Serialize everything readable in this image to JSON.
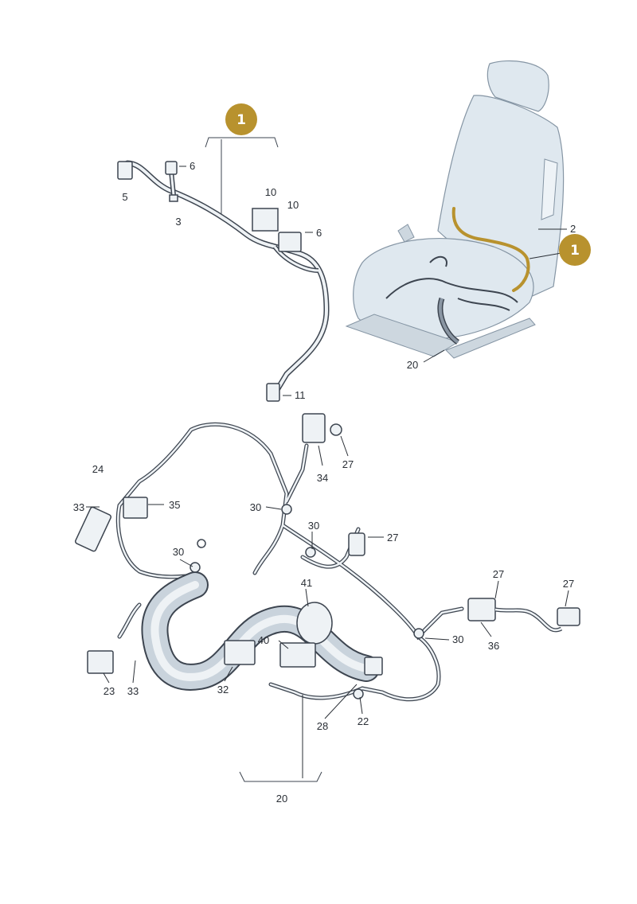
{
  "callouts": {
    "main_part": "1",
    "seat_part": "1"
  },
  "labels": {
    "l5": "5",
    "l6a": "6",
    "l3": "3",
    "l10a": "10",
    "l10b": "10",
    "l6b": "6",
    "l11": "11",
    "l2": "2",
    "l20a": "20",
    "l24": "24",
    "l33a": "33",
    "l35": "35",
    "l27a": "27",
    "l34": "34",
    "l30a": "30",
    "l30b": "30",
    "l27b": "27",
    "l30c": "30",
    "l41": "41",
    "l27c": "27",
    "l27d": "27",
    "l30d": "30",
    "l36": "36",
    "l40": "40",
    "l32": "32",
    "l23": "23",
    "l33b": "33",
    "l28": "28",
    "l22": "22",
    "l20b": "20"
  },
  "colors": {
    "accent": "#b8922e",
    "harness_line": "#3d4550",
    "seat_fill": "#dfe8ef",
    "sleeve_fill": "#c9d3dc"
  }
}
